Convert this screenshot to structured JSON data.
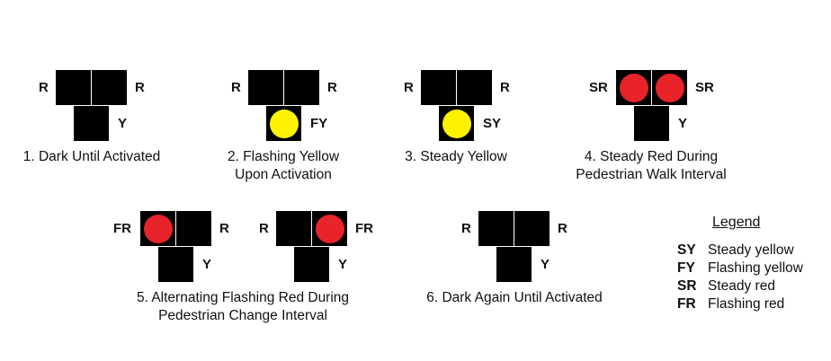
{
  "colors": {
    "red": "#e8232a",
    "yellow": "#fff200",
    "housing": "#000000"
  },
  "signals": [
    {
      "left_label": "R",
      "right_label": "R",
      "bottom_label": "Y",
      "left_lamp": "off",
      "right_lamp": "off",
      "bottom_lamp": "off",
      "caption": [
        "1. Dark Until Activated"
      ]
    },
    {
      "left_label": "R",
      "right_label": "R",
      "bottom_label": "FY",
      "left_lamp": "off",
      "right_lamp": "off",
      "bottom_lamp": "yellow",
      "caption": [
        "2. Flashing Yellow",
        "Upon Activation"
      ]
    },
    {
      "left_label": "R",
      "right_label": "R",
      "bottom_label": "SY",
      "left_lamp": "off",
      "right_lamp": "off",
      "bottom_lamp": "yellow",
      "caption": [
        "3. Steady Yellow"
      ]
    },
    {
      "left_label": "SR",
      "right_label": "SR",
      "bottom_label": "Y",
      "left_lamp": "red",
      "right_lamp": "red",
      "bottom_lamp": "off",
      "caption": [
        "4. Steady Red During",
        "Pedestrian Walk Interval"
      ]
    },
    {
      "left_label": "FR",
      "right_label": "R",
      "bottom_label": "Y",
      "left_lamp": "red",
      "right_lamp": "off",
      "bottom_lamp": "off"
    },
    {
      "left_label": "R",
      "right_label": "FR",
      "bottom_label": "Y",
      "left_lamp": "off",
      "right_lamp": "red",
      "bottom_lamp": "off"
    },
    {
      "left_label": "R",
      "right_label": "R",
      "bottom_label": "Y",
      "left_lamp": "off",
      "right_lamp": "off",
      "bottom_lamp": "off",
      "caption": [
        "6. Dark Again Until Activated"
      ]
    }
  ],
  "shared_caption": [
    "5. Alternating Flashing Red During",
    "Pedestrian Change Interval"
  ],
  "legend": {
    "title": "Legend",
    "items": [
      {
        "code": "SY",
        "text": "Steady yellow"
      },
      {
        "code": "FY",
        "text": "Flashing yellow"
      },
      {
        "code": "SR",
        "text": "Steady red"
      },
      {
        "code": "FR",
        "text": "Flashing red"
      }
    ]
  }
}
